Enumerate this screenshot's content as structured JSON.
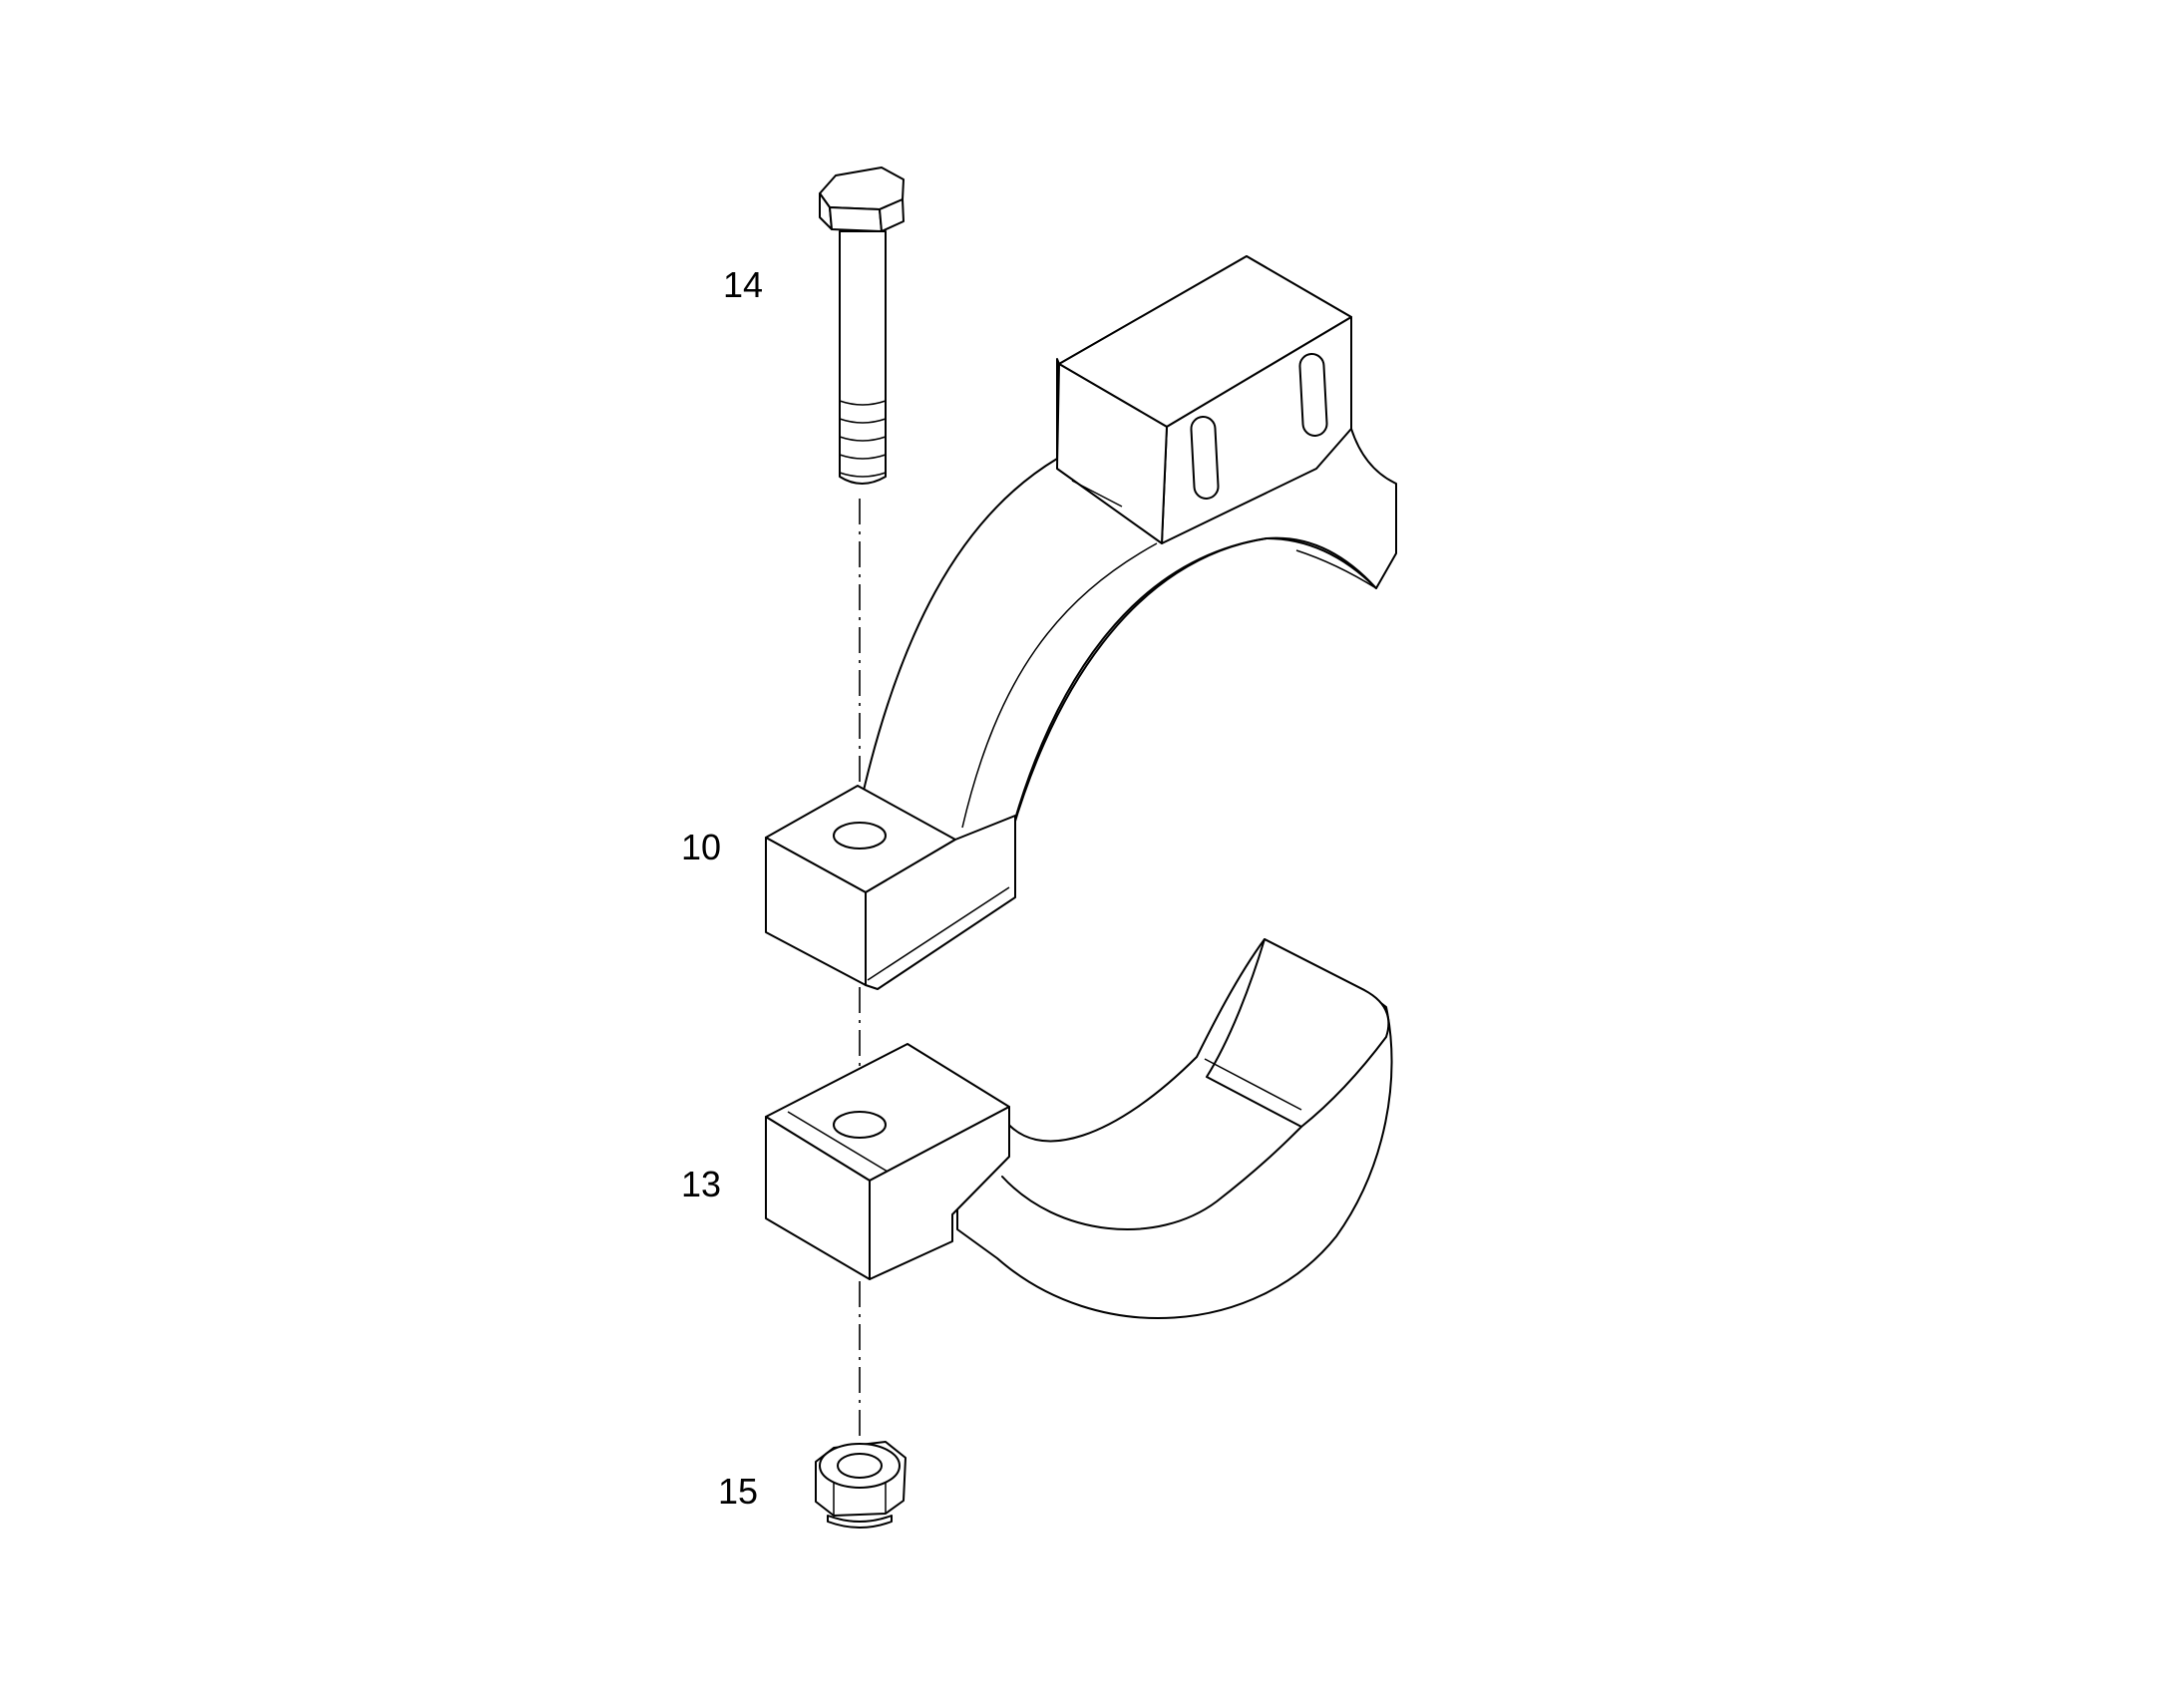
{
  "callouts": {
    "bolt": "14",
    "upper_clamp": "10",
    "lower_clamp": "13",
    "nut": "15"
  },
  "parts": [
    {
      "label": "14",
      "name": "hex-head-bolt"
    },
    {
      "label": "10",
      "name": "upper-clamp-half"
    },
    {
      "label": "13",
      "name": "lower-clamp-half"
    },
    {
      "label": "15",
      "name": "lock-nut"
    }
  ],
  "colors": {
    "line": "#000000",
    "background": "#ffffff"
  }
}
